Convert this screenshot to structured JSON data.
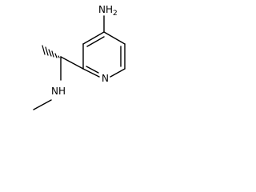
{
  "molecule": {
    "atoms": {
      "amine_label": "NH2",
      "amine_main": "NH",
      "amine_subscript": "2",
      "pyridine_n": "N",
      "methylamino_label": "NH"
    }
  }
}
